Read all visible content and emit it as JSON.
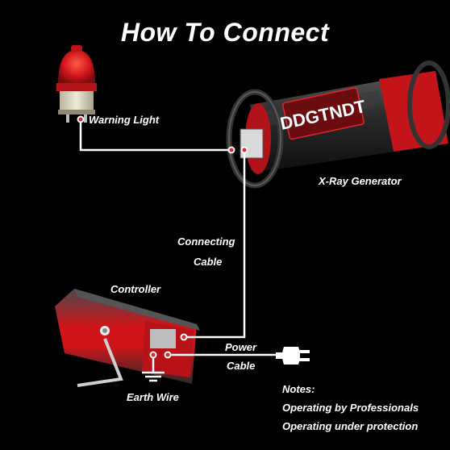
{
  "title": "How To Connect",
  "brand": "DDGTNDT",
  "labels": {
    "warning_light": "Warning Light",
    "xray_generator": "X-Ray Generator",
    "connecting_cable_1": "Connecting",
    "connecting_cable_2": "Cable",
    "controller": "Controller",
    "power_cable_1": "Power",
    "power_cable_2": "Cable",
    "earth_wire": "Earth Wire"
  },
  "notes": {
    "heading": "Notes:",
    "line1": "Operating by Professionals",
    "line2": "Operating under protection"
  },
  "colors": {
    "background": "#000000",
    "cable": "#ffffff",
    "accent_red": "#d0141a",
    "connector_dot": "#e3262b"
  }
}
